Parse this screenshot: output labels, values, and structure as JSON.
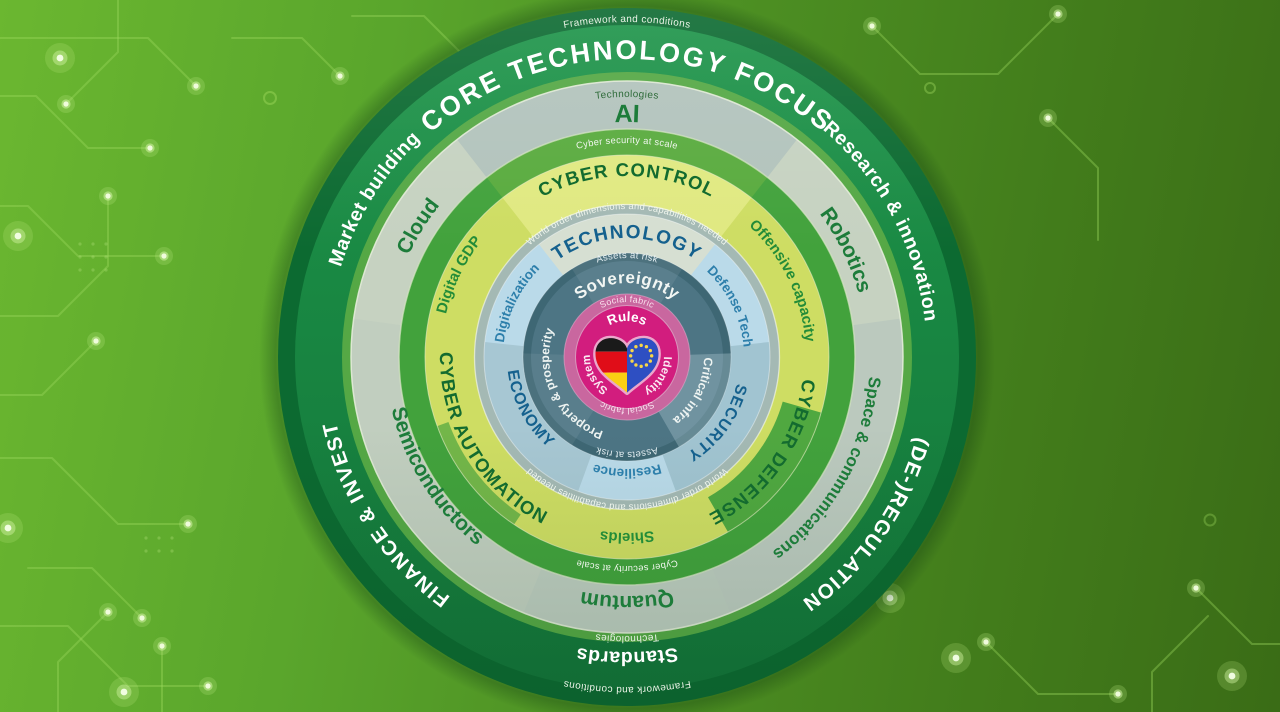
{
  "colors": {
    "background_left": "#6bb730",
    "background_right": "#3a6c16",
    "circuit_trace": "#9fd95e",
    "outer_rim_green": "#0c6a31",
    "outer_ring_green": "#1b8f44",
    "separator_green": "#55a845",
    "technologies_ring_sage": "#c6d2c1",
    "cyber_ring_green": "#42a23c",
    "capability_ring_yellow": "#cedd63",
    "world_order_ring_blue": "#badae9",
    "assets_ring_teal": "#4d7584",
    "social_ring_pink": "#c9679f",
    "rules_circle_magenta": "#d21d7e",
    "germany_flag_stripes": [
      "#1a1a1a",
      "#e00d18",
      "#f9cf13"
    ],
    "eu_flag_blue": "#2e4fc2",
    "eu_star_gold": "#f8d648"
  },
  "rings": {
    "framework": {
      "caption": "Framework and conditions",
      "labels": {
        "top": "CORE TECHNOLOGY FOCUS",
        "right": "Research & innovation",
        "bottom_right": "(DE-)REGULATION",
        "bottom": "Standards",
        "bottom_left": "FINANCE & INVEST",
        "left": "Market building"
      }
    },
    "technologies": {
      "caption": "Technologies",
      "labels": {
        "top": "AI",
        "right": "Robotics",
        "bottom_right": "Space & communications",
        "bottom": "Quantum",
        "bottom_left": "Semiconductors",
        "left": "Cloud"
      }
    },
    "cyber_security": {
      "caption": "Cyber security at scale",
      "labels": {
        "top": "CYBER CONTROL",
        "bottom_right": "CYBER DEFENSE",
        "bottom_left": "CYBER AUTOMATION"
      }
    },
    "capabilities": {
      "labels": {
        "left": "Digital GDP",
        "right": "Offensive capacity",
        "bottom": "Shields"
      }
    },
    "world_order": {
      "caption": "World order dimensions and capabilities needed",
      "labels": {
        "top": "TECHNOLOGY",
        "right": "Defense Tech",
        "bottom_right": "SECURITY",
        "bottom": "Resilience",
        "bottom_left": "ECONOMY",
        "left": "Digitalization"
      }
    },
    "assets_at_risk": {
      "caption": "Assets at risk",
      "labels": {
        "top": "Sovereignty",
        "bottom_right": "Critical infra",
        "bottom_left": "Property & prosperity"
      }
    },
    "social_fabric": {
      "caption": "Social fabric",
      "labels": {
        "top": "Rules",
        "bottom_right": "Identity",
        "bottom_left": "System"
      }
    }
  },
  "center": {
    "icon": "heart-germany-eu-flags-icon"
  }
}
